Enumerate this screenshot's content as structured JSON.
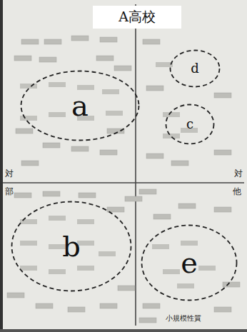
{
  "diagram": {
    "title": "A高校",
    "nodes": [
      {
        "text": [
          "a"
        ]
      },
      {
        "text": [
          "d"
        ]
      },
      {
        "text": [
          "c"
        ]
      },
      {
        "text": [
          "b"
        ]
      },
      {
        "text": [
          "e"
        ]
      }
    ],
    "labels": [
      "対",
      "部",
      "対",
      "他",
      "小規模性質"
    ]
  }
}
